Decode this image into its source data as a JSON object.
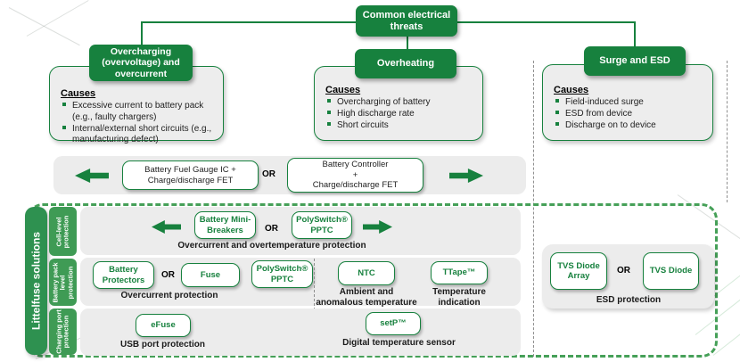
{
  "colors": {
    "green": "#17813e",
    "dash_green": "#46a058",
    "panel_gray": "#ececec"
  },
  "root_box": {
    "label": "Common electrical threats"
  },
  "threats": [
    {
      "title": "Overcharging (overvoltage) and overcurrent",
      "causes_heading": "Causes",
      "causes": [
        "Excessive current to battery pack (e.g., faulty chargers)",
        "Internal/external short circuits (e.g., manufacturing defect)"
      ]
    },
    {
      "title": "Overheating",
      "causes_heading": "Causes",
      "causes": [
        "Overcharging of battery",
        "High discharge rate",
        "Short circuits"
      ]
    },
    {
      "title": "Surge and ESD",
      "causes_heading": "Causes",
      "causes": [
        "Field-induced surge",
        "ESD from device",
        "Discharge on to device"
      ]
    }
  ],
  "system_row": {
    "option1": "Battery Fuel Gauge IC +\nCharge/discharge FET",
    "or": "OR",
    "option2": "Battery Controller\n+\nCharge/discharge FET"
  },
  "solutions": {
    "sidebar": "Littelfuse solutions",
    "rows": [
      {
        "level": "Cell-level protection",
        "product1": "Battery Mini-\nBreakers",
        "or": "OR",
        "product2": "PolySwitch®\nPPTC",
        "caption": "Overcurrent and overtemperature protection"
      },
      {
        "level": "Battery pack level protection",
        "product1": "Battery\nProtectors",
        "or": "OR",
        "product2": "Fuse",
        "product3": "PolySwitch®\nPPTC",
        "caption1": "Overcurrent protection",
        "product4": "NTC",
        "caption2": "Ambient and\nanomalous temperature",
        "product5": "TTape™",
        "caption3": "Temperature\nindication"
      },
      {
        "level": "Charging port protection",
        "product1": "eFuse",
        "caption1": "USB port protection",
        "product2": "setP™",
        "caption2": "Digital temperature sensor"
      }
    ],
    "esd": {
      "product1": "TVS Diode\nArray",
      "or": "OR",
      "product2": "TVS Diode",
      "caption": "ESD protection"
    }
  }
}
